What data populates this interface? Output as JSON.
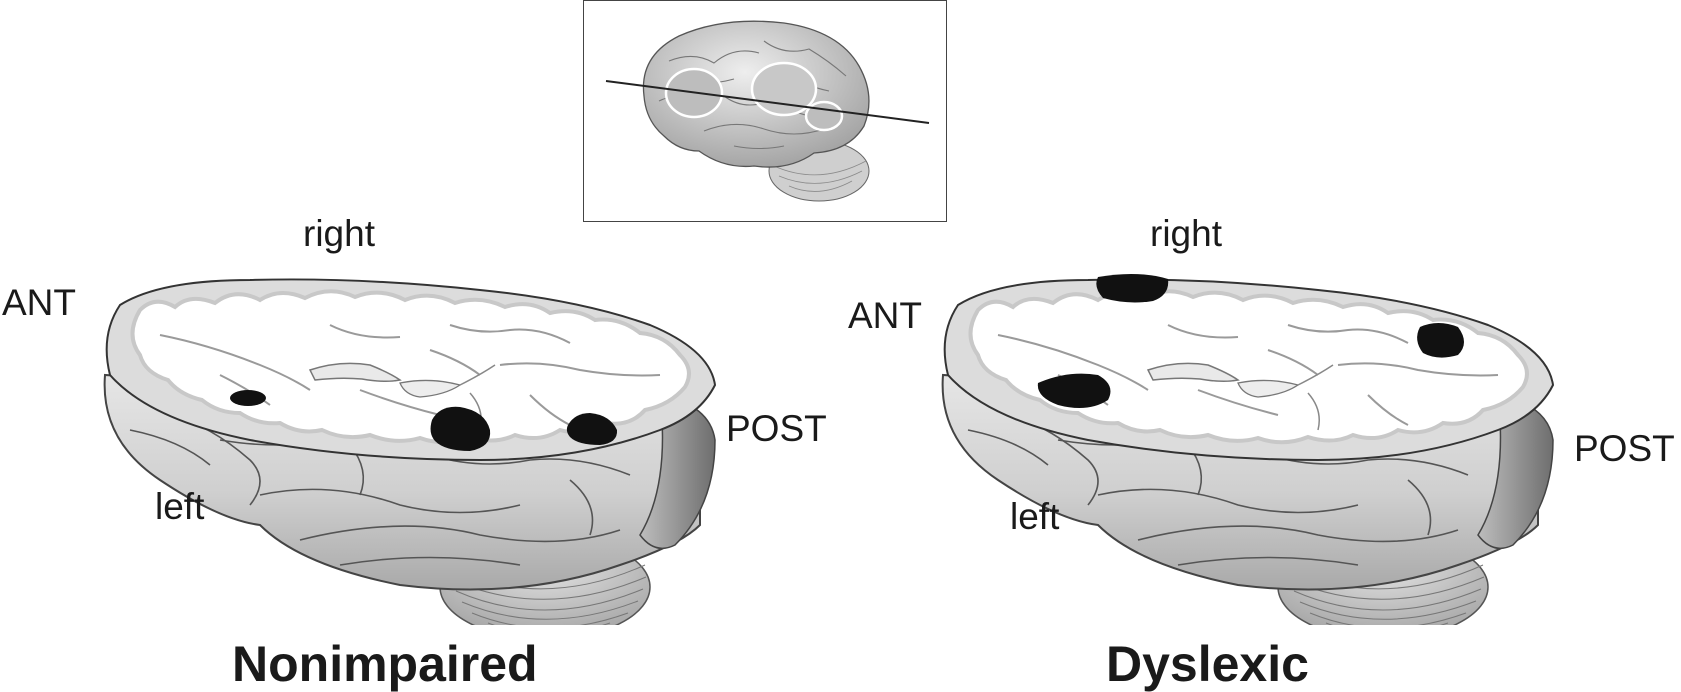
{
  "inset": {
    "icon": "brain-lateral-view-icon",
    "cut_line": "horizontal-section-line"
  },
  "panels": [
    {
      "key": "nonimpaired",
      "caption": "Nonimpaired",
      "labels": {
        "top": "right",
        "front": "ANT",
        "back": "POST",
        "bottom": "left"
      },
      "activation_spots": 3
    },
    {
      "key": "dyslexic",
      "caption": "Dyslexic",
      "labels": {
        "top": "right",
        "front": "ANT",
        "back": "POST",
        "bottom": "left"
      },
      "activation_spots": 3
    }
  ],
  "colors": {
    "cortex": "#d4d4d4",
    "cortex_dark": "#8e8e8e",
    "white_matter": "#ffffff",
    "activation": "#111111",
    "frame": "#444444"
  }
}
